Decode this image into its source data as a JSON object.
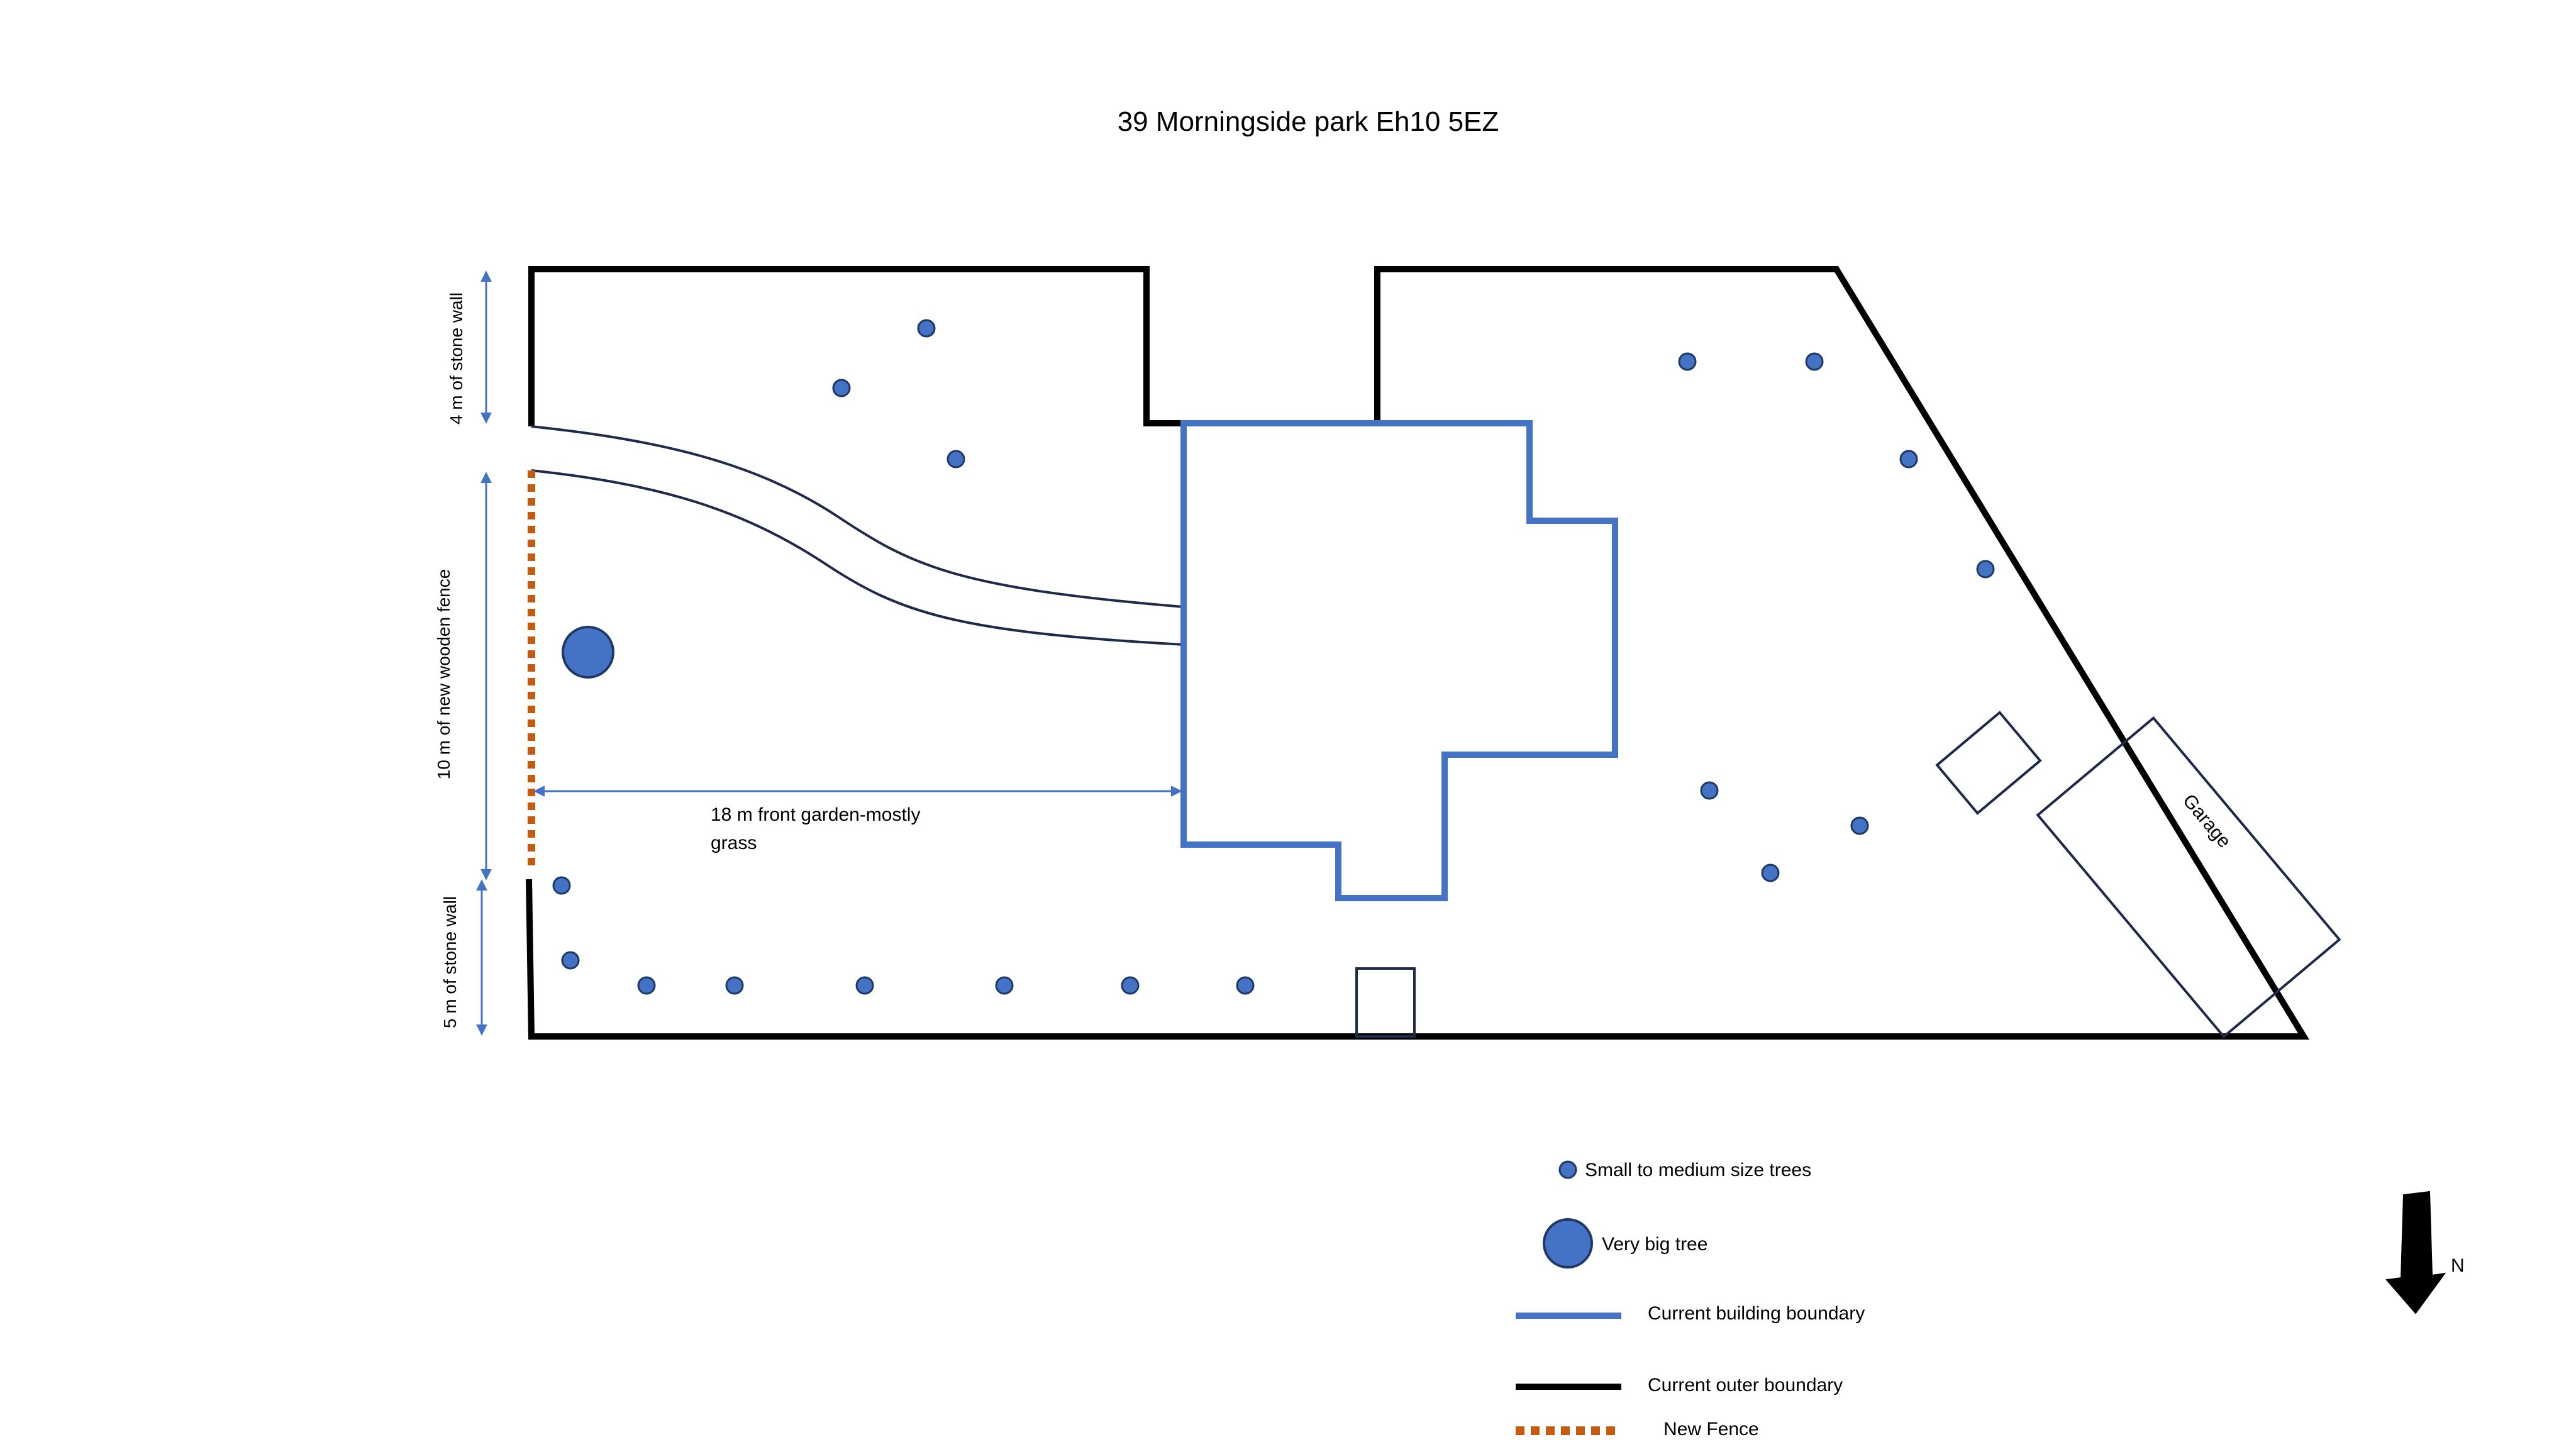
{
  "title": "39 Morningside park Eh10 5EZ",
  "dimensions": {
    "stone_wall_top": "4 m of stone wall",
    "new_fence": "10 m of new wooden fence",
    "stone_wall_bottom": "5 m of stone wall",
    "front_garden_line1": "18 m front garden-mostly",
    "front_garden_line2": "grass"
  },
  "garage_label": "Garage",
  "north_label": "N",
  "legend": {
    "small_trees": "Small to medium size trees",
    "big_tree": "Very big tree",
    "building_boundary": "Current building boundary",
    "outer_boundary": "Current outer boundary",
    "new_fence": "New Fence"
  },
  "colors": {
    "outer_boundary": "#000000",
    "building_boundary": "#4472c4",
    "tree_fill": "#4472c4",
    "tree_stroke": "#1f3864",
    "path_stroke": "#1f2a4a",
    "new_fence": "#c55a11",
    "dimension_arrow": "#4472c4"
  }
}
